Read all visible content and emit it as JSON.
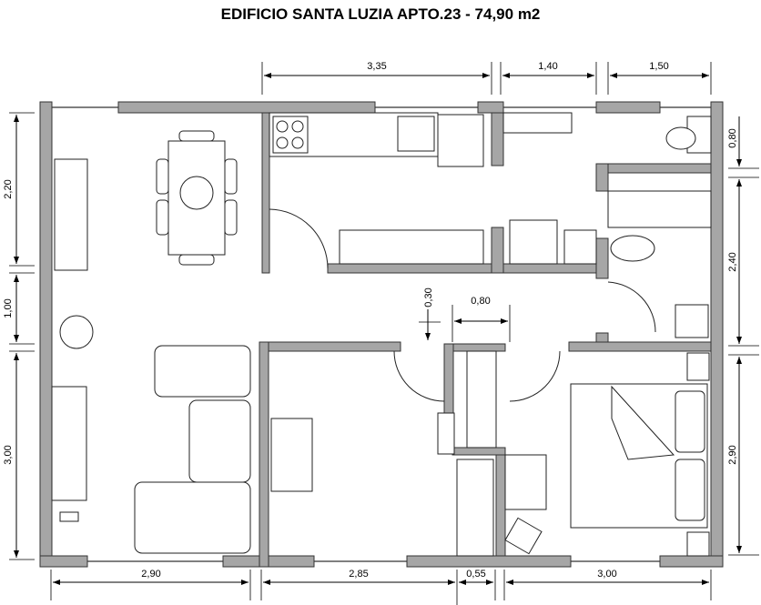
{
  "title": "EDIFICIO SANTA LUZIA APTO.23 - 74,90 m2",
  "dimensions": {
    "top": [
      "3,35",
      "1,40",
      "1,50"
    ],
    "bottom": [
      "2,90",
      "2,85",
      "0,55",
      "3,00"
    ],
    "left": [
      "2,20",
      "1,00",
      "3,00"
    ],
    "right": [
      "0,80",
      "2,40",
      "2,90"
    ],
    "interior": [
      "0,30",
      "0,80"
    ]
  },
  "colors": {
    "wall": "#a6a6a6",
    "line": "#222222"
  }
}
